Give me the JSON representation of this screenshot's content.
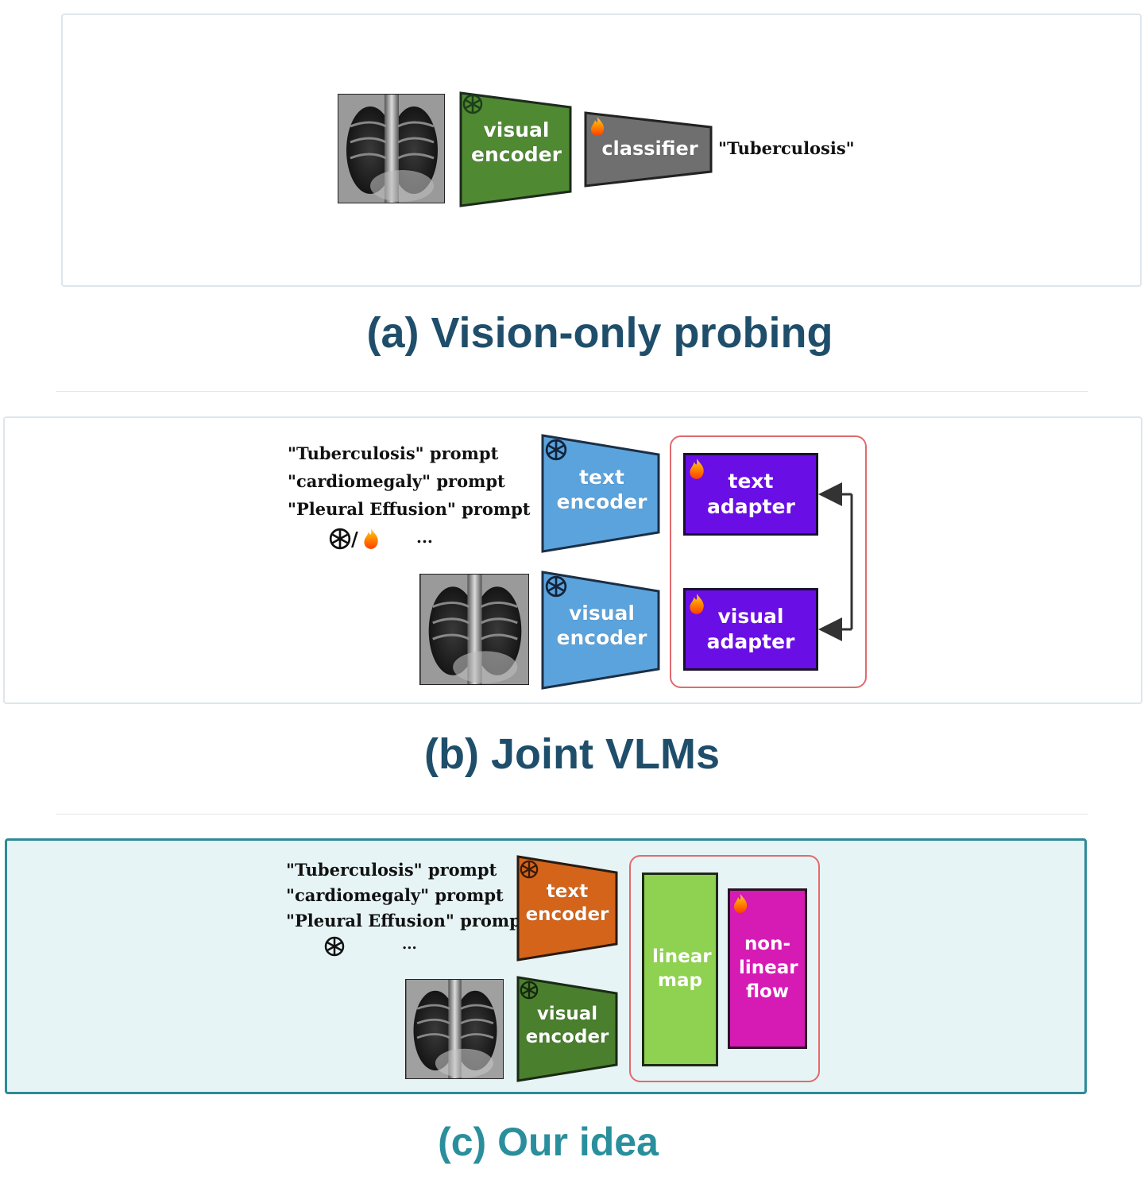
{
  "panel_a": {
    "caption": "(a) Vision-only probing",
    "visual_encoder": "visual encoder",
    "classifier": "classifier",
    "output": "\"Tuberculosis\""
  },
  "panel_b": {
    "caption": "(b) Joint VLMs",
    "prompts": [
      "\"Tuberculosis\" prompt",
      "\"cardiomegaly\" prompt",
      "\"Pleural Effusion\" prompt"
    ],
    "more": "...",
    "text_encoder": "text encoder",
    "visual_encoder": "visual encoder",
    "text_adapter": "text adapter",
    "visual_adapter": "visual adapter"
  },
  "panel_c": {
    "caption": "(c) Our idea",
    "prompts": [
      "\"Tuberculosis\" prompt",
      "\"cardiomegaly\" prompt",
      "\"Pleural Effusion\" prompt"
    ],
    "more": "...",
    "text_encoder": "text encoder",
    "visual_encoder": "visual encoder",
    "linear_map": "linear map",
    "nonlinear_flow": "non-linear flow"
  },
  "colors": {
    "visual_encoder_a": "#4f8a32",
    "classifier": "#6f6f6f",
    "encoder_blue": "#5ba3dd",
    "adapter_purple": "#6a0ee6",
    "encoder_orange": "#d4641a",
    "encoder_green_c": "#4a7f2e",
    "linear_map": "#8fd150",
    "nonlinear_flow": "#d61bb4",
    "group_border": "#e06a6e",
    "panel_c_bg": "#e7f4f6",
    "panel_c_border": "#2e8a96",
    "caption_dark": "#1f4e6b",
    "caption_teal": "#2a8f9c"
  },
  "icons": [
    "frozen-snowflake-icon",
    "trainable-fire-icon",
    "chest-xray-image"
  ]
}
